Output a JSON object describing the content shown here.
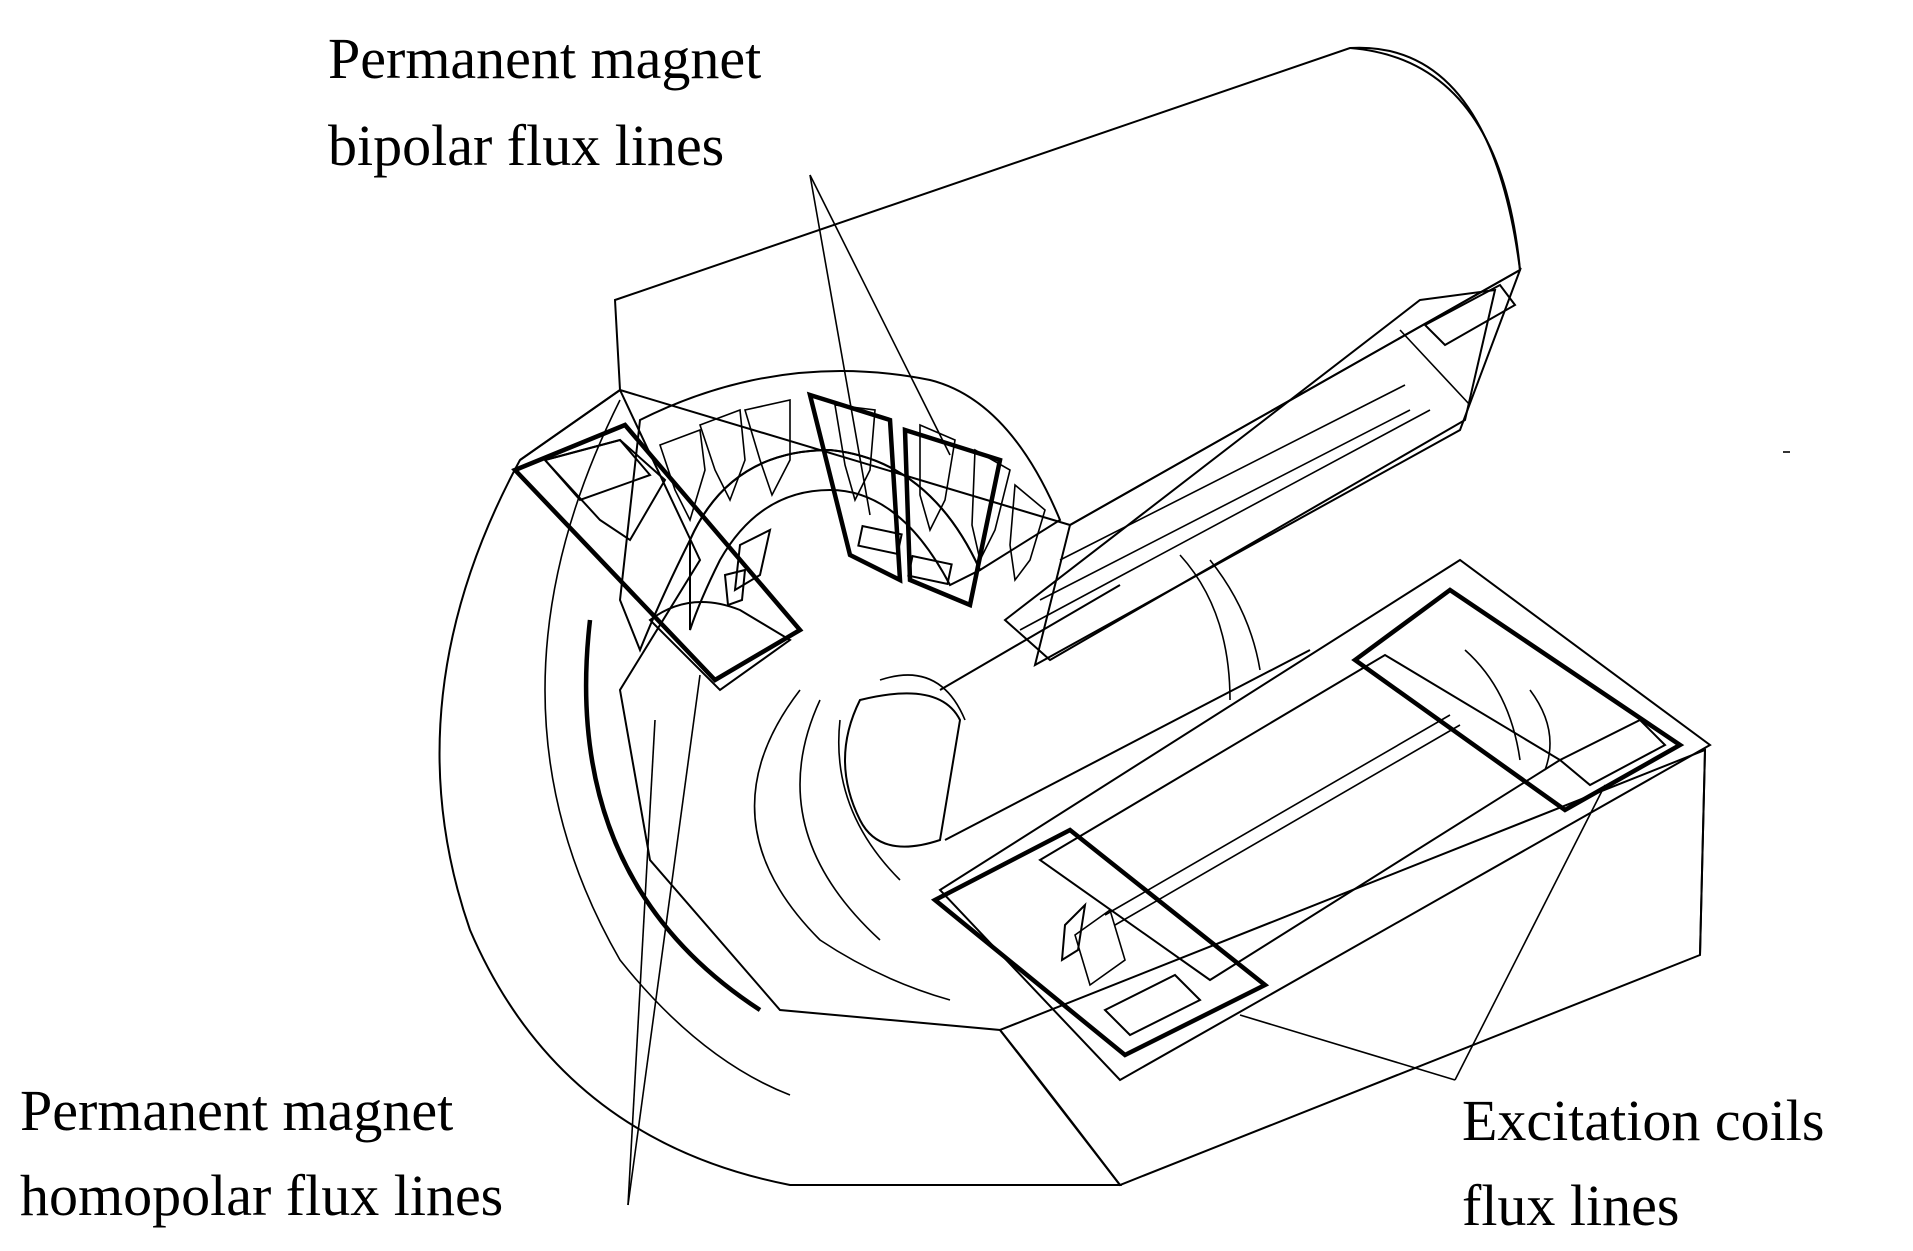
{
  "labels": {
    "bipolar": [
      "Permanent magnet",
      "bipolar flux lines"
    ],
    "homopolar": [
      "Permanent magnet",
      "homopolar flux lines"
    ],
    "excitation": [
      "Excitation coils",
      "flux lines"
    ]
  },
  "colors": {
    "iron": "#FFFF00",
    "lamination": "#00FFFF",
    "coil": "#F58220",
    "magnet": "#FF00FF",
    "line": "#000000"
  }
}
